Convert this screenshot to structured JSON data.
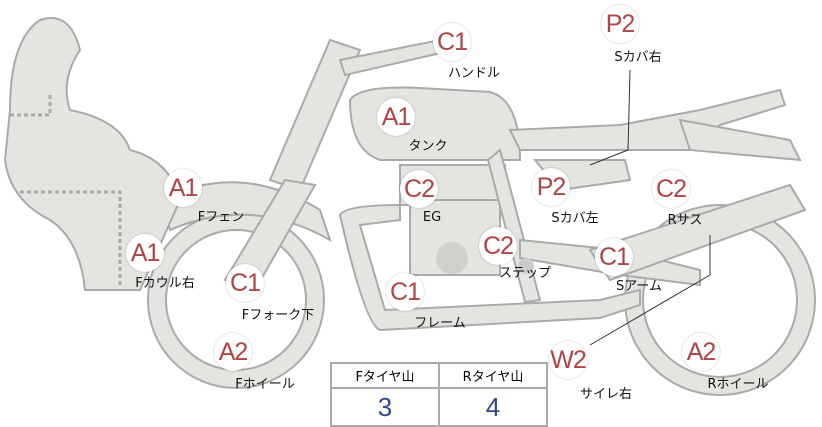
{
  "parts": [
    {
      "grade": "C1",
      "label": "ハンドル"
    },
    {
      "grade": "P2",
      "label": "Sカバ右"
    },
    {
      "grade": "A1",
      "label": "タンク"
    },
    {
      "grade": "C2",
      "label": "EG"
    },
    {
      "grade": "P2",
      "label": "Sカバ左"
    },
    {
      "grade": "C2",
      "label": "Rサス"
    },
    {
      "grade": "A1",
      "label": "Fフェン"
    },
    {
      "grade": "A1",
      "label": "Fカウル右"
    },
    {
      "grade": "C2",
      "label": "ステップ"
    },
    {
      "grade": "C1",
      "label": "Sアーム"
    },
    {
      "grade": "C1",
      "label": "Fフォーク下"
    },
    {
      "grade": "C1",
      "label": "フレーム"
    },
    {
      "grade": "A2",
      "label": "Fホイール"
    },
    {
      "grade": "W2",
      "label": "サイレ右"
    },
    {
      "grade": "A2",
      "label": "Rホイール"
    }
  ],
  "tire_table": {
    "headers": [
      "Fタイヤ山",
      "Rタイヤ山"
    ],
    "values": [
      "3",
      "4"
    ]
  },
  "colors": {
    "grade": "#b04444",
    "value": "#2e4a8a",
    "body": "#e4e4e0"
  }
}
